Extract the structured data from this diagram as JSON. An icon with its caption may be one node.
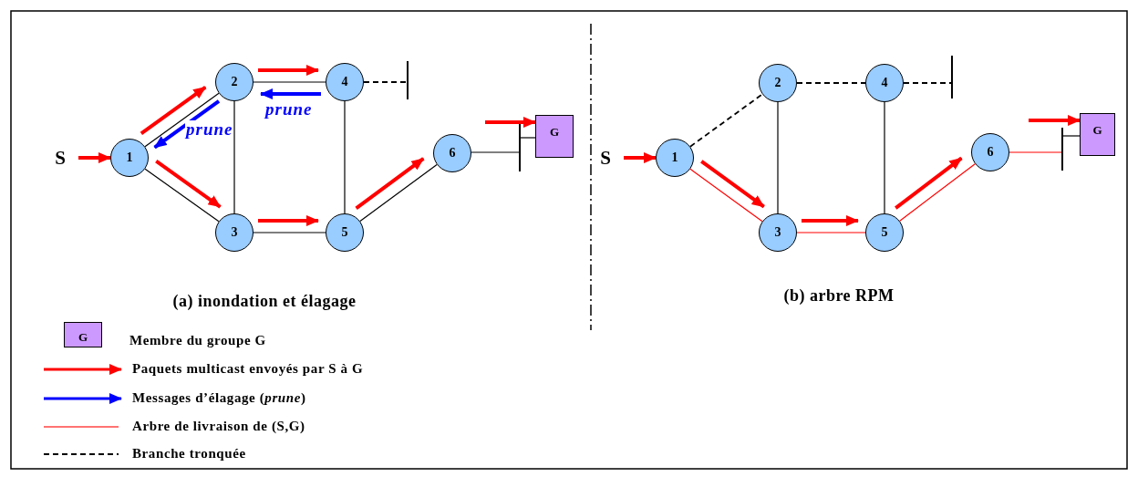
{
  "diagram": {
    "nodes": [
      {
        "text": [
          "S"
        ]
      },
      {
        "text": [
          "1"
        ]
      },
      {
        "text": [
          "2"
        ]
      },
      {
        "text": [
          "3"
        ]
      },
      {
        "text": [
          "4"
        ]
      },
      {
        "text": [
          "5"
        ]
      },
      {
        "text": [
          "6"
        ]
      },
      {
        "text": [],
        "shape": "bar"
      },
      {
        "text": [],
        "shape": "bar"
      },
      {
        "text": [
          "G"
        ]
      },
      {
        "text": [
          "S"
        ]
      },
      {
        "text": [
          "1"
        ]
      },
      {
        "text": [
          "2"
        ]
      },
      {
        "text": [
          "3"
        ]
      },
      {
        "text": [
          "4"
        ]
      },
      {
        "text": [
          "5"
        ]
      },
      {
        "text": [
          "6"
        ]
      },
      {
        "text": [],
        "shape": "bar"
      },
      {
        "text": [],
        "shape": "bar"
      },
      {
        "text": [
          "G"
        ]
      }
    ],
    "edges": [
      {
        "from": 0,
        "to": 1,
        "arrow": "to",
        "style": "thick",
        "color": "#ff0000"
      },
      {
        "from": 1,
        "to": 2,
        "arrow": "none",
        "color": "#000000"
      },
      {
        "from": 1,
        "to": 3,
        "arrow": "none",
        "color": "#000000"
      },
      {
        "from": 2,
        "to": 3,
        "arrow": "none",
        "color": "#000000"
      },
      {
        "from": 2,
        "to": 4,
        "arrow": "none",
        "color": "#000000"
      },
      {
        "from": 3,
        "to": 5,
        "arrow": "none",
        "color": "#000000"
      },
      {
        "from": 4,
        "to": 5,
        "arrow": "none",
        "color": "#000000"
      },
      {
        "from": 5,
        "to": 6,
        "arrow": "none",
        "color": "#000000"
      },
      {
        "from": 4,
        "to": 7,
        "arrow": "none",
        "style": "dashed",
        "color": "#000000"
      },
      {
        "from": 6,
        "to": 8,
        "arrow": "none",
        "color": "#000000"
      },
      {
        "from": 8,
        "to": 9,
        "arrow": "none",
        "color": "#000000"
      },
      {
        "from": 1,
        "to": 2,
        "arrow": "to",
        "style": "thick",
        "color": "#ff0000"
      },
      {
        "from": 1,
        "to": 3,
        "arrow": "to",
        "style": "thick",
        "color": "#ff0000"
      },
      {
        "from": 2,
        "to": 4,
        "arrow": "to",
        "style": "thick",
        "color": "#ff0000"
      },
      {
        "from": 3,
        "to": 5,
        "arrow": "to",
        "style": "thick",
        "color": "#ff0000"
      },
      {
        "from": 5,
        "to": 6,
        "arrow": "to",
        "style": "thick",
        "color": "#ff0000"
      },
      {
        "from": null,
        "to": 9,
        "arrow": "to",
        "style": "thick",
        "color": "#ff0000"
      },
      {
        "from": 2,
        "to": 1,
        "arrow": "to",
        "style": "thick",
        "color": "#0000ff",
        "label": "prune"
      },
      {
        "from": 4,
        "to": 2,
        "arrow": "to",
        "style": "thick",
        "color": "#0000ff",
        "label": "prune"
      },
      {
        "from": 10,
        "to": 11,
        "arrow": "to",
        "style": "thick",
        "color": "#ff0000"
      },
      {
        "from": 11,
        "to": 12,
        "arrow": "none",
        "style": "dashed",
        "color": "#000000"
      },
      {
        "from": 12,
        "to": 14,
        "arrow": "none",
        "style": "dashed",
        "color": "#000000"
      },
      {
        "from": 14,
        "to": 17,
        "arrow": "none",
        "style": "dashed",
        "color": "#000000"
      },
      {
        "from": 12,
        "to": 13,
        "arrow": "none",
        "color": "#000000"
      },
      {
        "from": 14,
        "to": 15,
        "arrow": "none",
        "color": "#000000"
      },
      {
        "from": 11,
        "to": 13,
        "arrow": "none",
        "color": "#ff0000"
      },
      {
        "from": 13,
        "to": 15,
        "arrow": "none",
        "color": "#ff0000"
      },
      {
        "from": 15,
        "to": 16,
        "arrow": "none",
        "color": "#ff0000"
      },
      {
        "from": 16,
        "to": 18,
        "arrow": "none",
        "color": "#ff0000"
      },
      {
        "from": 18,
        "to": 19,
        "arrow": "none",
        "color": "#000000"
      },
      {
        "from": 11,
        "to": 13,
        "arrow": "to",
        "style": "thick",
        "color": "#ff0000"
      },
      {
        "from": 13,
        "to": 15,
        "arrow": "to",
        "style": "thick",
        "color": "#ff0000"
      },
      {
        "from": 15,
        "to": 16,
        "arrow": "to",
        "style": "thick",
        "color": "#ff0000"
      },
      {
        "from": null,
        "to": 19,
        "arrow": "to",
        "style": "thick",
        "color": "#ff0000"
      }
    ],
    "labels": [
      "(a) inondation et élagage",
      "(b) arbre RPM",
      "G"
    ],
    "legend": [
      {
        "text": "Membre du groupe G",
        "color": "#cc99ff"
      },
      {
        "text": "Paquets multicast envoyés par S à G"
      },
      {
        "text": "Messages d’élagage (*prune*)"
      },
      {
        "text": "Arbre de livraison de (S,G)"
      },
      {
        "text": "Branche tronquée"
      }
    ]
  }
}
